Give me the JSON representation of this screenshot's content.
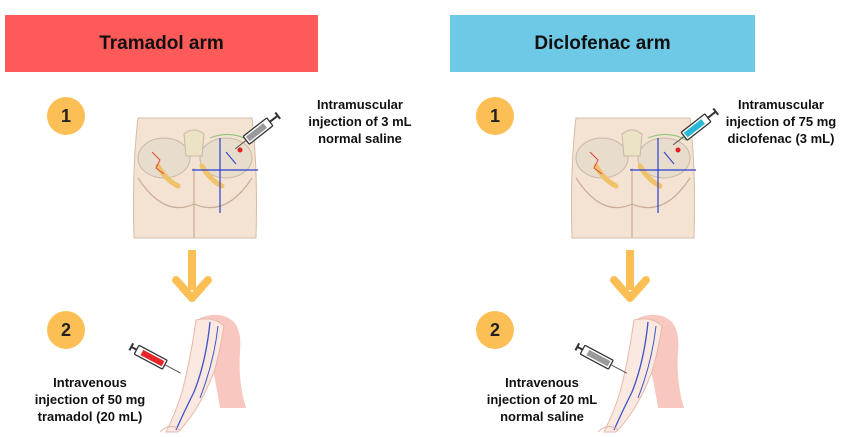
{
  "left_arm": {
    "title": "Tramadol arm",
    "color": "#ff5a5a",
    "step1": {
      "number": "1",
      "text": [
        "Intramuscular",
        "injection of 3 mL",
        "normal saline"
      ],
      "syringe_fill": "#9a9a9a"
    },
    "step2": {
      "number": "2",
      "text": [
        "Intravenous",
        "injection of 50 mg",
        "tramadol (20 mL)"
      ],
      "syringe_fill": "#e8262a"
    }
  },
  "right_arm": {
    "title": "Diclofenac arm",
    "color": "#6ec9e6",
    "step1": {
      "number": "1",
      "text": [
        "Intramuscular",
        "injection of 75 mg",
        "diclofenac (3 mL)"
      ],
      "syringe_fill": "#29b8d8"
    },
    "step2": {
      "number": "2",
      "text": [
        "Intravenous",
        "injection of 20 mL",
        "normal saline"
      ],
      "syringe_fill": "#9a9a9a"
    }
  },
  "icons": {
    "buttocks": "gluteal-region-illustration",
    "arm": "arm-illustration",
    "syringe": "syringe-icon",
    "arrow": "down-arrow-icon"
  }
}
